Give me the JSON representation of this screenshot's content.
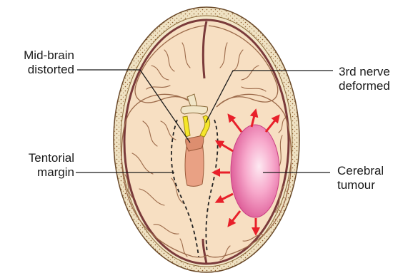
{
  "labels": {
    "midbrain": "Mid-brain\ndistorted",
    "tentorial": "Tentorial\nmargin",
    "third_nerve": "3rd nerve\ndeformed",
    "tumour": "Cerebral\ntumour"
  },
  "colors": {
    "skull_outer": "#efe2c3",
    "skull_dots": "#8a5a2b",
    "dura": "#7a3a3a",
    "brain": "#f7dfc2",
    "sulci": "#9c6a4a",
    "tumour_edge": "#d94f8f",
    "tumour_center": "#fbe3ef",
    "arrows": "#e8202a",
    "nerve": "#f5e62a",
    "midbrain": "#e9a184"
  },
  "icons": [
    "pressure-arrow-icon"
  ]
}
